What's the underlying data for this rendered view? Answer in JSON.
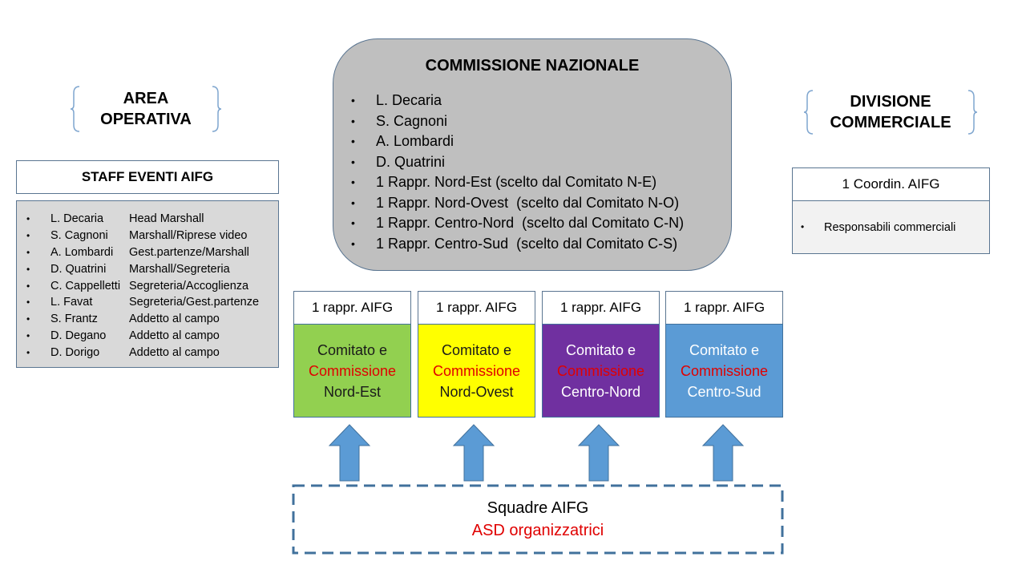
{
  "area_operativa": {
    "title": "AREA\nOPERATIVA"
  },
  "staff": {
    "title": "STAFF EVENTI AIFG",
    "members": [
      {
        "name": "L. Decaria",
        "role": "Head Marshall"
      },
      {
        "name": "S. Cagnoni",
        "role": "Marshall/Riprese video"
      },
      {
        "name": "A. Lombardi",
        "role": "Gest.partenze/Marshall"
      },
      {
        "name": "D. Quatrini",
        "role": "Marshall/Segreteria"
      },
      {
        "name": "C. Cappelletti",
        "role": "Segreteria/Accoglienza"
      },
      {
        "name": "L. Favat",
        "role": "Segreteria/Gest.partenze"
      },
      {
        "name": "S. Frantz",
        "role": "Addetto al campo"
      },
      {
        "name": "D. Degano",
        "role": "Addetto al campo"
      },
      {
        "name": "D. Dorigo",
        "role": "Addetto al campo"
      }
    ]
  },
  "commissione_nazionale": {
    "title": "COMMISSIONE NAZIONALE",
    "members": [
      "L. Decaria",
      "S. Cagnoni",
      "A. Lombardi",
      "D. Quatrini",
      "1 Rappr. Nord-Est (scelto dal Comitato N-E)",
      "1 Rappr. Nord-Ovest  (scelto dal Comitato N-O)",
      "1 Rappr. Centro-Nord  (scelto dal Comitato C-N)",
      "1 Rappr. Centro-Sud  (scelto dal Comitato C-S)"
    ]
  },
  "divisione_commerciale": {
    "title": "DIVISIONE\nCOMMERCIALE",
    "coord_title": "1 Coordin. AIFG",
    "items": [
      "Responsabili commerciali"
    ]
  },
  "comitati": [
    {
      "rappr": "1 rappr. AIFG",
      "line1": "Comitato e",
      "line2": "Commissione",
      "line3": "Nord-Est",
      "bg": "#92d050",
      "text_color": "#1a1a1a",
      "accent": "#e00000"
    },
    {
      "rappr": "1 rappr. AIFG",
      "line1": "Comitato e",
      "line2": "Commissione",
      "line3": "Nord-Ovest",
      "bg": "#ffff00",
      "text_color": "#1a1a1a",
      "accent": "#e00000"
    },
    {
      "rappr": "1 rappr. AIFG",
      "line1": "Comitato e",
      "line2": "Commissione",
      "line3": "Centro-Nord",
      "bg": "#7030a0",
      "text_color": "#ffffff",
      "accent": "#e00000"
    },
    {
      "rappr": "1 rappr. AIFG",
      "line1": "Comitato e",
      "line2": "Commissione",
      "line3": "Centro-Sud",
      "bg": "#5b9bd5",
      "text_color": "#ffffff",
      "accent": "#e00000"
    }
  ],
  "squadre": {
    "line1": "Squadre AIFG",
    "line2": "ASD organizzatrici",
    "accent": "#e00000"
  },
  "colors": {
    "border": "#5a7591",
    "arrow_fill": "#5b9bd5",
    "arrow_stroke": "#41719c",
    "dash": "#41719c"
  }
}
